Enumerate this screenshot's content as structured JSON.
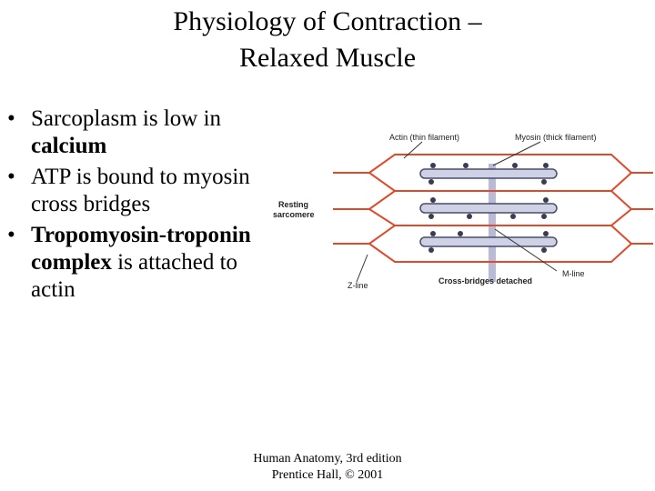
{
  "slide": {
    "title_line1": "Physiology of Contraction –",
    "title_line2": "Relaxed Muscle"
  },
  "bullets": [
    {
      "pre": "Sarcoplasm is low in ",
      "bold": "calcium",
      "post": ""
    },
    {
      "pre": "ATP is bound to myosin cross bridges",
      "bold": "",
      "post": ""
    },
    {
      "pre": "",
      "bold": "Tropomyosin-troponin complex",
      "post": " is attached to actin"
    }
  ],
  "figure": {
    "labels": {
      "actin": "Actin (thin filament)",
      "myosin": "Myosin (thick filament)",
      "resting_line1": "Resting",
      "resting_line2": "sarcomere",
      "zline": "Z-line",
      "crossbridges": "Cross-bridges detached",
      "mline": "M-line"
    },
    "colors": {
      "actin": "#e04a2a",
      "myosin_fill": "#cfd2e6",
      "myosin_stroke": "#4a4d66",
      "mline": "#b9bbd6",
      "heads": "#3a3c52"
    }
  },
  "credit": {
    "line1": "Human Anatomy, 3rd edition",
    "line2": "Prentice Hall, © 2001"
  }
}
